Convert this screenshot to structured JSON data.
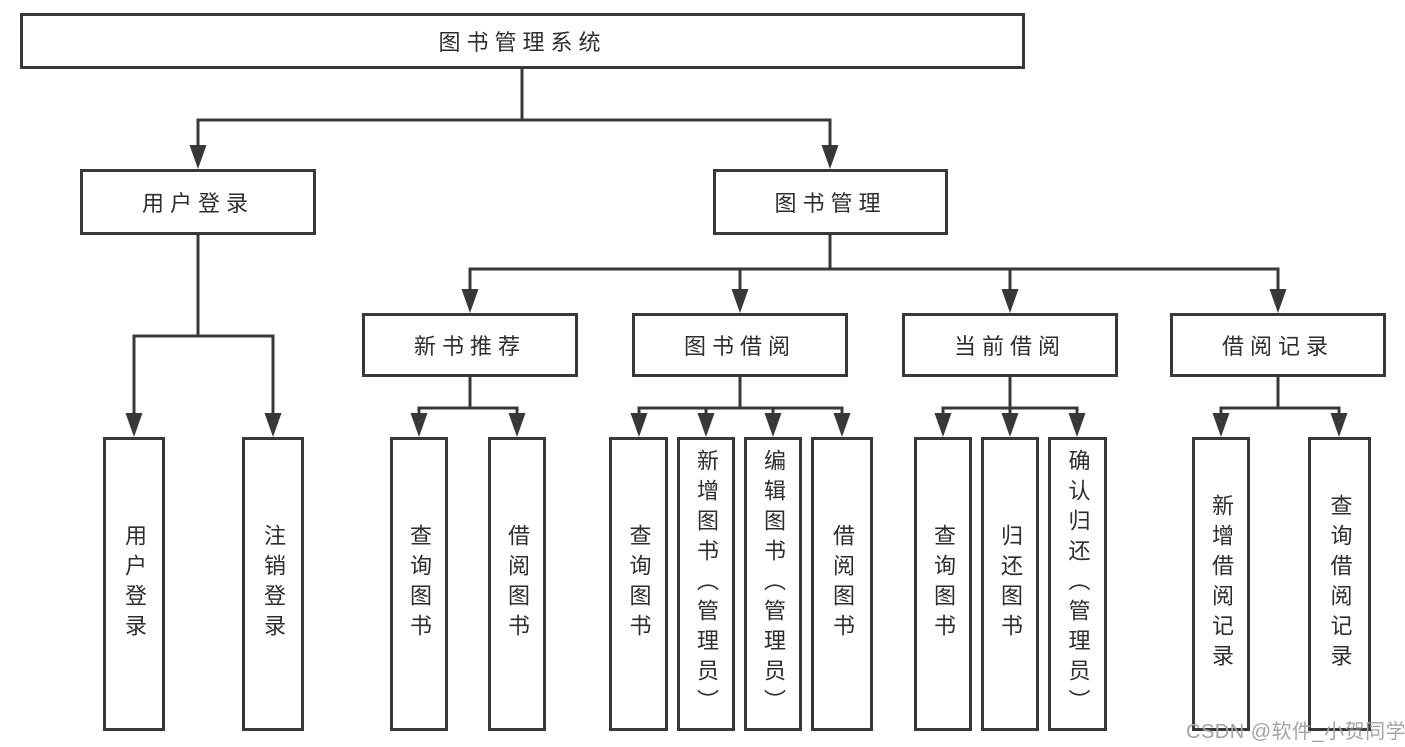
{
  "tree": {
    "root": {
      "label": "图书管理系统"
    },
    "children": {
      "user_login": {
        "label": "用户登录",
        "children": [
          "用户登录",
          "注销登录"
        ]
      },
      "book_mgmt": {
        "label": "图书管理",
        "children": {
          "new_book": {
            "label": "新书推荐",
            "children": [
              "查询图书",
              "借阅图书"
            ]
          },
          "borrow": {
            "label": "图书借阅",
            "children": [
              "查询图书",
              "新增图书（管理员）",
              "编辑图书（管理员）",
              "借阅图书"
            ]
          },
          "current": {
            "label": "当前借阅",
            "children": [
              "查询图书",
              "归还图书",
              "确认归还（管理员）"
            ]
          },
          "record": {
            "label": "借阅记录",
            "children": [
              "新增借阅记录",
              "查询借阅记录"
            ]
          }
        }
      }
    }
  },
  "watermark": {
    "text": "CSDN @软件_小贺同学",
    "color": "#a4a4a8"
  },
  "colors": {
    "line": "#383838",
    "box_border": "#383838",
    "text": "#2d2d2d",
    "background": "#ffffff"
  }
}
